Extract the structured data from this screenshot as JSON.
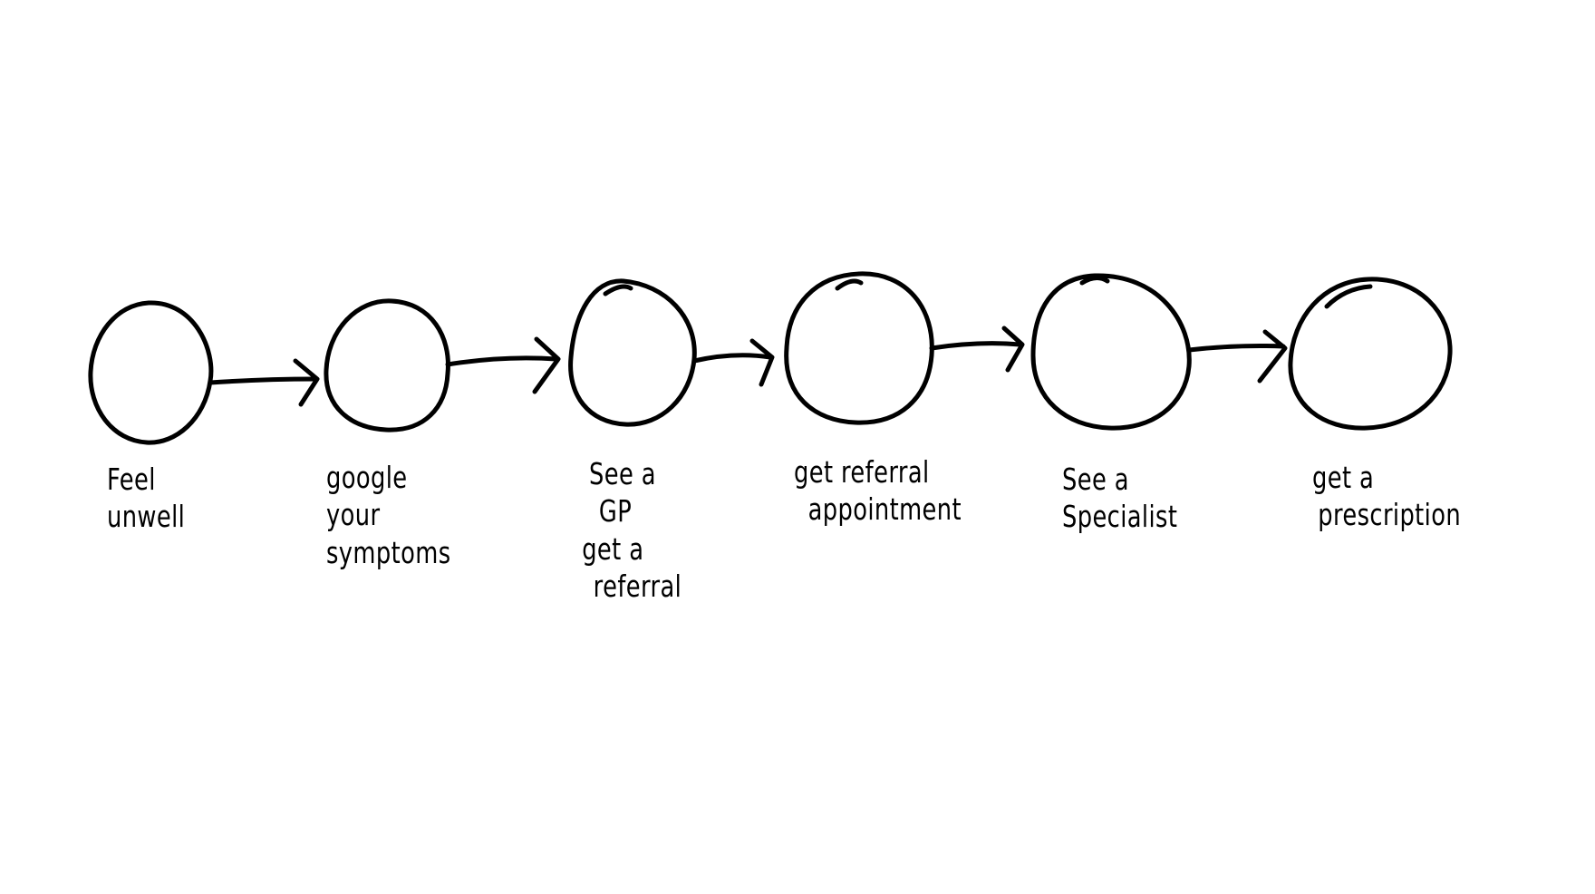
{
  "colors": {
    "background": "#ffffff",
    "ink": "#000000"
  },
  "steps": [
    {
      "lines": [
        "Feel",
        "unwell"
      ]
    },
    {
      "lines": [
        "google",
        "your",
        "symptoms"
      ]
    },
    {
      "lines": [
        "See a",
        "GP",
        "get a",
        "referral"
      ]
    },
    {
      "lines": [
        "get referral",
        "appointment"
      ]
    },
    {
      "lines": [
        "See a",
        "Specialist"
      ]
    },
    {
      "lines": [
        "get a",
        "prescription"
      ]
    }
  ]
}
